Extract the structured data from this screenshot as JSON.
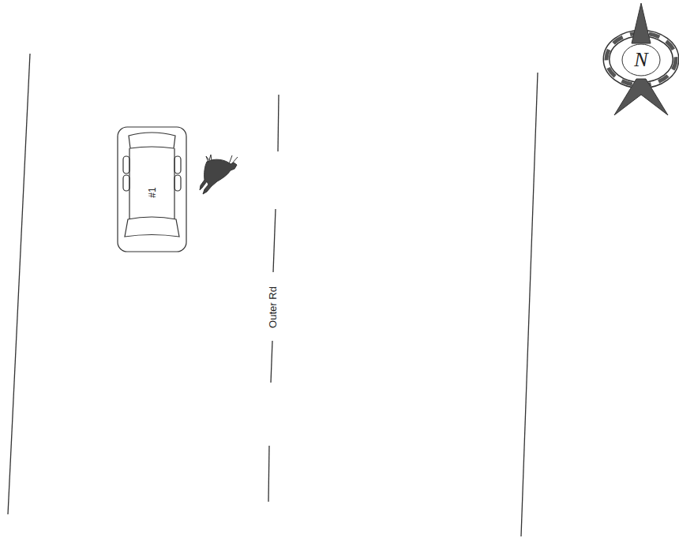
{
  "diagram": {
    "nodes": [
      {
        "text": [
          "#1"
        ]
      }
    ],
    "labels": [
      "Outer Rd",
      "N"
    ]
  }
}
